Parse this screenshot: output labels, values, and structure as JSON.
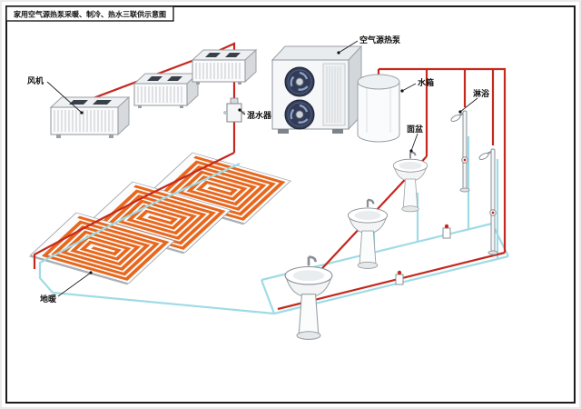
{
  "title_block": {
    "title": "家用空气源热泵采暖、制冷、热水三联供示意图"
  },
  "labels": {
    "fan_coil": "风机",
    "heat_pump": "空气源热泵",
    "water_tank": "水箱",
    "water_mixer": "混水器",
    "shower": "淋浴",
    "basin": "面盆",
    "floor_heating": "地暖"
  },
  "colors": {
    "hot_water_pipe": "#c4281e",
    "cold_water_pipe": "#9fdbe6",
    "floor_coil": "#e8671c",
    "fan_face": "#323c57",
    "frame": "#1c1c1c"
  }
}
